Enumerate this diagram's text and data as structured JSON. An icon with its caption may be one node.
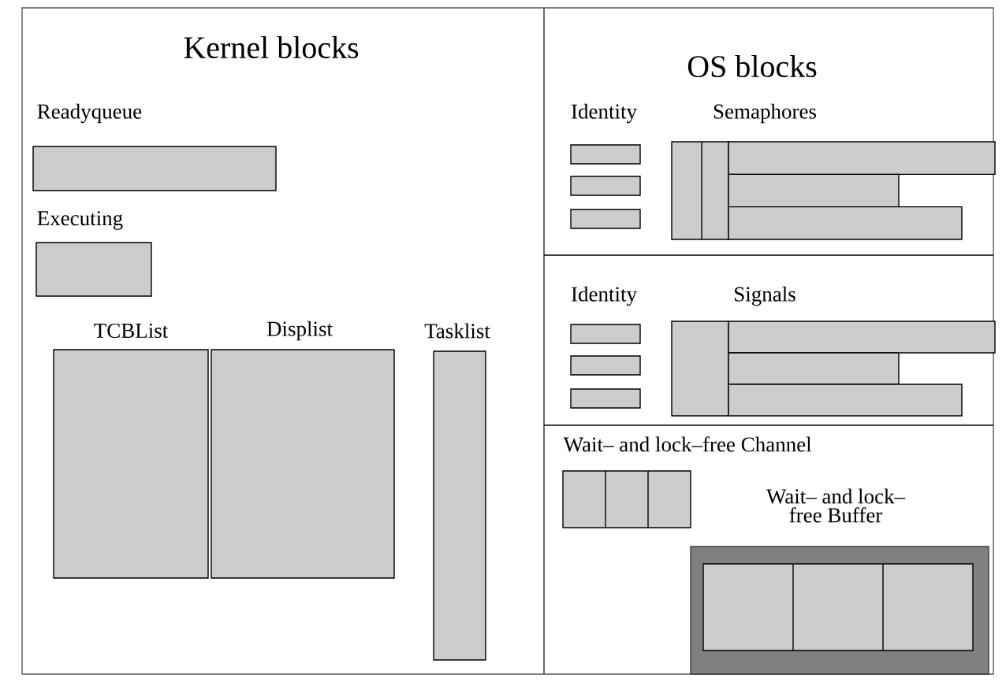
{
  "diagram": {
    "nodes": [
      {
        "text": [
          "Kernel blocks"
        ]
      },
      {
        "text": [
          "Readyqueue"
        ],
        "in": 0
      },
      {
        "text": [
          "Executing"
        ],
        "in": 0
      },
      {
        "text": [
          "TCBList"
        ],
        "in": 0
      },
      {
        "text": [
          "Displist"
        ],
        "in": 0
      },
      {
        "text": [
          "Tasklist"
        ],
        "in": 0
      },
      {
        "text": [
          "OS blocks"
        ]
      },
      {
        "text": [],
        "shape": "box",
        "in": 6
      },
      {
        "text": [],
        "shape": "box",
        "in": 6
      },
      {
        "text": [],
        "shape": "box",
        "in": 6
      },
      {
        "text": [
          "Semaphores"
        ],
        "in": 6
      },
      {
        "text": [],
        "shape": "box",
        "in": 6
      },
      {
        "text": [],
        "shape": "box",
        "in": 6
      },
      {
        "text": [],
        "shape": "box",
        "in": 6
      },
      {
        "text": [
          "Signals"
        ],
        "in": 6
      },
      {
        "text": [
          "Wait– and lock–free Channel"
        ],
        "in": 6
      },
      {
        "text": [
          "Wait– and lock–free Buffer"
        ],
        "in": 6
      }
    ],
    "labels": [
      "Identity",
      "Identity"
    ]
  }
}
